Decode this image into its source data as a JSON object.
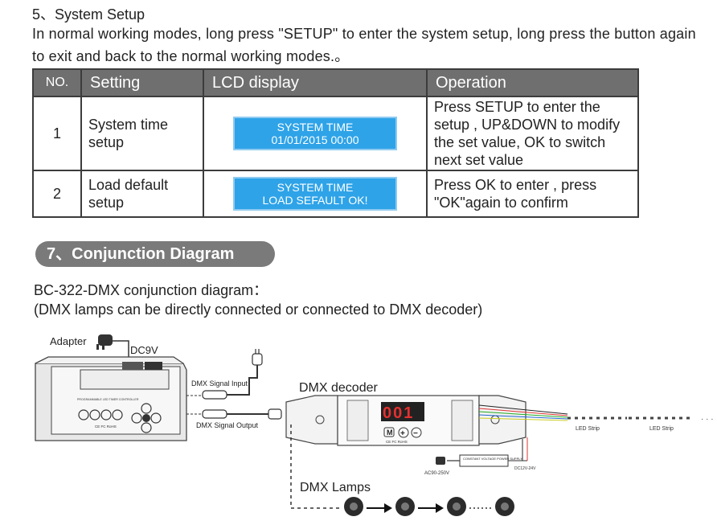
{
  "section5": {
    "heading": "5、System Setup",
    "intro": "In normal working modes, long press \"SETUP\" to enter the system setup, long press the button again to exit and back to the normal working modes.。"
  },
  "table": {
    "headers": {
      "no": "NO.",
      "setting": "Setting",
      "lcd": "LCD display",
      "operation": "Operation"
    },
    "rows": [
      {
        "no": "1",
        "setting_line1": "System time",
        "setting_line2": "setup",
        "lcd_line1": "SYSTEM    TIME",
        "lcd_line2": "01/01/2015 00:00",
        "operation": "Press SETUP to enter the setup , UP&DOWN to modify the set value, OK to  switch next set value"
      },
      {
        "no": "2",
        "setting_line1": "Load default",
        "setting_line2": "setup",
        "lcd_line1": "SYSTEM    TIME",
        "lcd_line2": "LOAD SEFAULT OK!",
        "operation": "Press  OK to enter , press \"OK\"again to confirm"
      }
    ]
  },
  "section7": {
    "pill": "7、Conjunction Diagram",
    "line1": "BC-322-DMX conjunction diagram：",
    "line2": "(DMX lamps can be directly connected or connected to DMX decoder)"
  },
  "diagram": {
    "adapter": "Adapter",
    "dc9v": "DC9V",
    "controller_label": "PROGRAMMABLE LED TIMER CONTROLLER",
    "controller_marks": "CE FC RoHS",
    "signal_input": "DMX Signal Input",
    "signal_output": "DMX Signal Output",
    "decoder_title": "DMX decoder",
    "decoder_display": "001",
    "decoder_btn_m": "M",
    "decoder_btn_plus": "+",
    "decoder_btn_minus": "−",
    "decoder_marks": "CE FC RoHS",
    "power_supply": "CONSTANT VOLTAGE POWER SUPPLY",
    "ac_label": "AC90-250V",
    "dc_label": "DC12V-24V",
    "led_strip_1": "LED Strip",
    "led_strip_2": "LED Strip",
    "lamps_title": "DMX Lamps"
  }
}
